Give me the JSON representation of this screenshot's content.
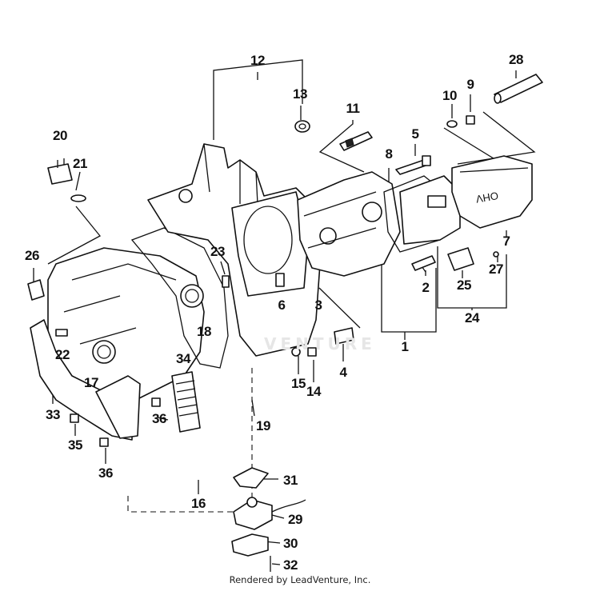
{
  "diagram": {
    "watermark": "VENTURE",
    "credit": "Rendered by LeadVenture, Inc.",
    "callouts": [
      "1",
      "2",
      "3",
      "4",
      "5",
      "6",
      "7",
      "8",
      "9",
      "10",
      "11",
      "12",
      "13",
      "14",
      "15",
      "16",
      "17",
      "18",
      "19",
      "20",
      "21",
      "22",
      "23",
      "24",
      "25",
      "26",
      "27",
      "28",
      "29",
      "30",
      "31",
      "32",
      "33",
      "34",
      "35",
      "36",
      "36"
    ]
  }
}
